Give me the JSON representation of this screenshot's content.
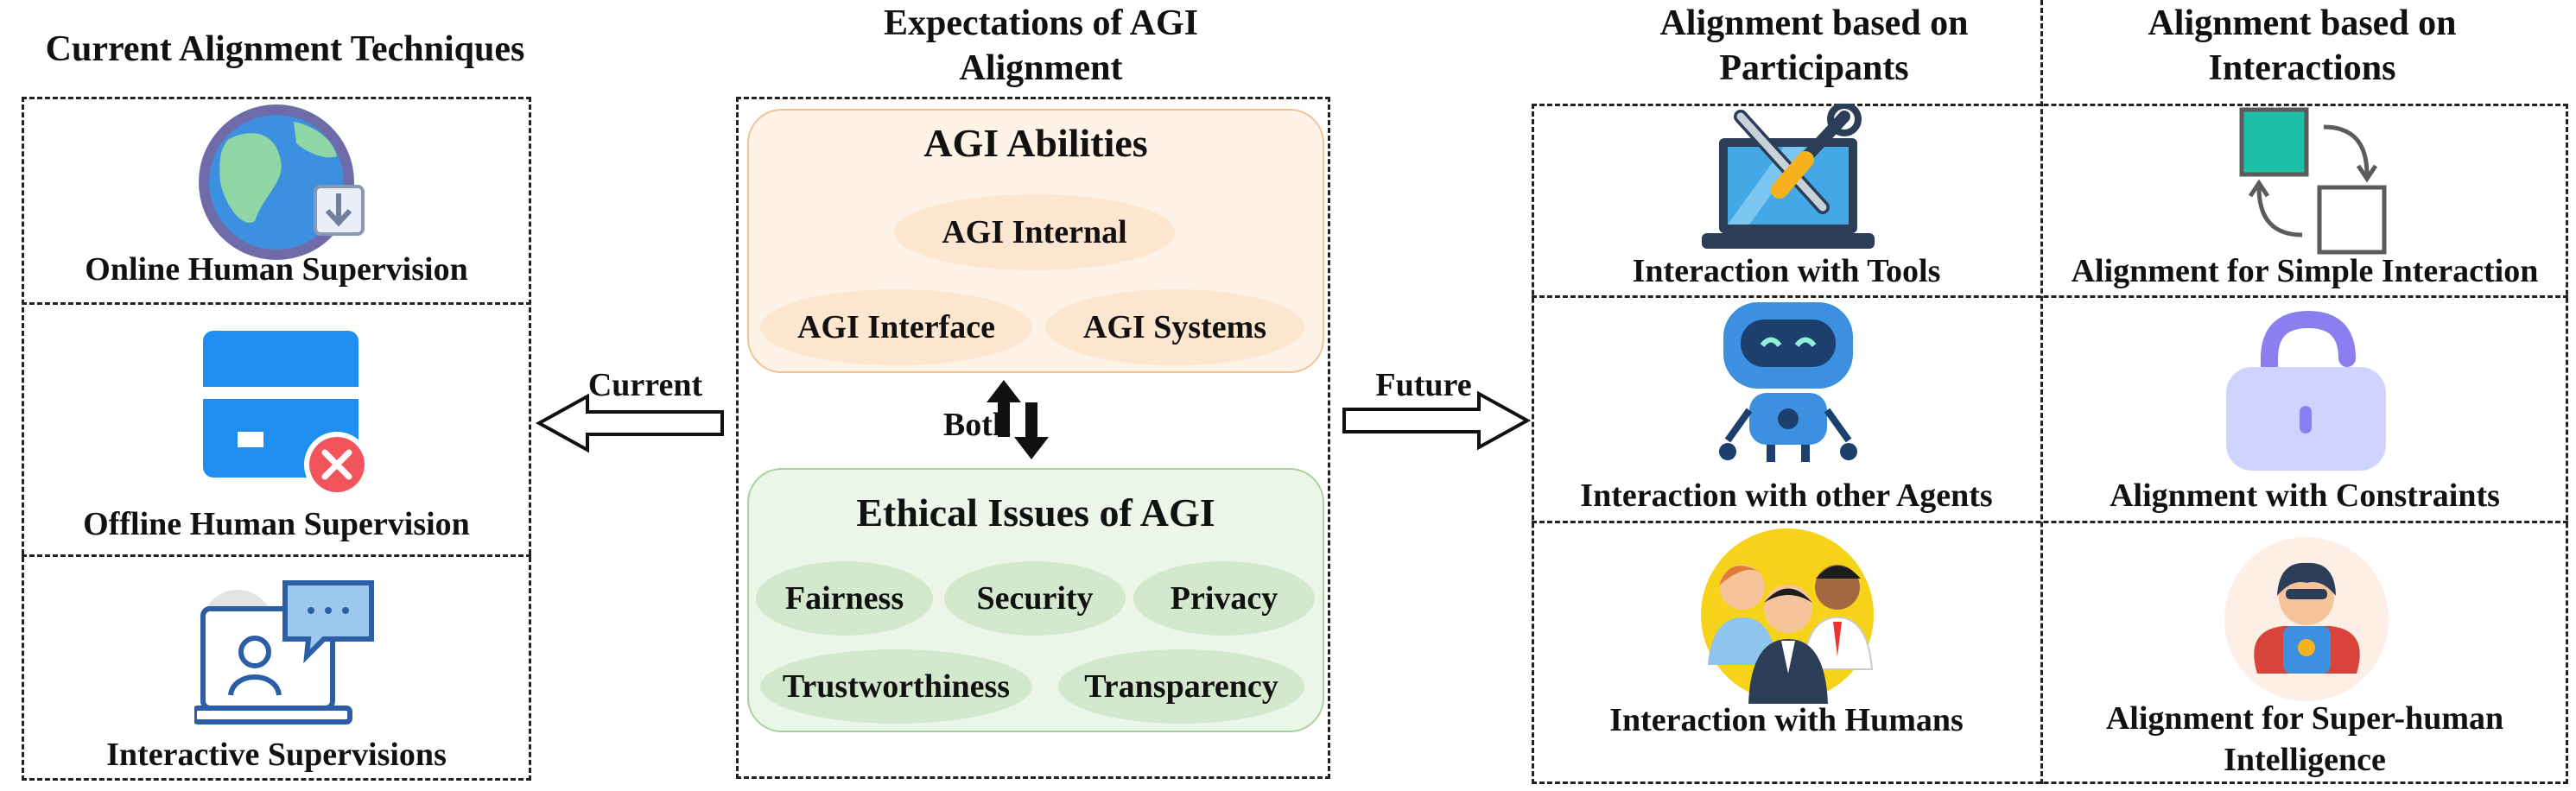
{
  "left": {
    "title": "Current Alignment Techniques",
    "items": [
      {
        "label": "Online Human Supervision",
        "icon": "globe-download-icon"
      },
      {
        "label": "Offline Human Supervision",
        "icon": "card-rejected-icon"
      },
      {
        "label": "Interactive Supervisions",
        "icon": "laptop-chat-user-icon"
      }
    ]
  },
  "arrows": {
    "current_label": "Current",
    "future_label": "Future",
    "both_label": "Both"
  },
  "center": {
    "title_line1": "Expectations of AGI",
    "title_line2": "Alignment",
    "abilities": {
      "title": "AGI Abilities",
      "items": [
        "AGI Internal",
        "AGI Interface",
        "AGI Systems"
      ]
    },
    "ethics": {
      "title": "Ethical Issues of AGI",
      "items": [
        "Fairness",
        "Security",
        "Privacy",
        "Trustworthiness",
        "Transparency"
      ]
    }
  },
  "participants": {
    "title_line1": "Alignment based on",
    "title_line2": "Participants",
    "items": [
      {
        "label": "Interaction with Tools",
        "icon": "laptop-tools-icon"
      },
      {
        "label": "Interaction with other Agents",
        "icon": "robot-icon"
      },
      {
        "label": "Interaction with Humans",
        "icon": "people-group-icon"
      }
    ]
  },
  "interactions": {
    "title_line1": "Alignment based on",
    "title_line2": "Interactions",
    "items": [
      {
        "label": "Alignment for Simple Interaction",
        "icon": "swap-squares-icon"
      },
      {
        "label": "Alignment with Constraints",
        "icon": "padlock-icon"
      },
      {
        "label_line1": "Alignment for Super-human",
        "label_line2": "Intelligence",
        "icon": "superhero-icon"
      }
    ]
  },
  "colors": {
    "abilities_panel": "#fef3e6",
    "abilities_border": "#f2c28f",
    "ethics_panel": "#ecf6e8",
    "ethics_border": "#a9cf9c",
    "pill_orange": "#fde6cf",
    "pill_green": "#d4e8cd"
  }
}
